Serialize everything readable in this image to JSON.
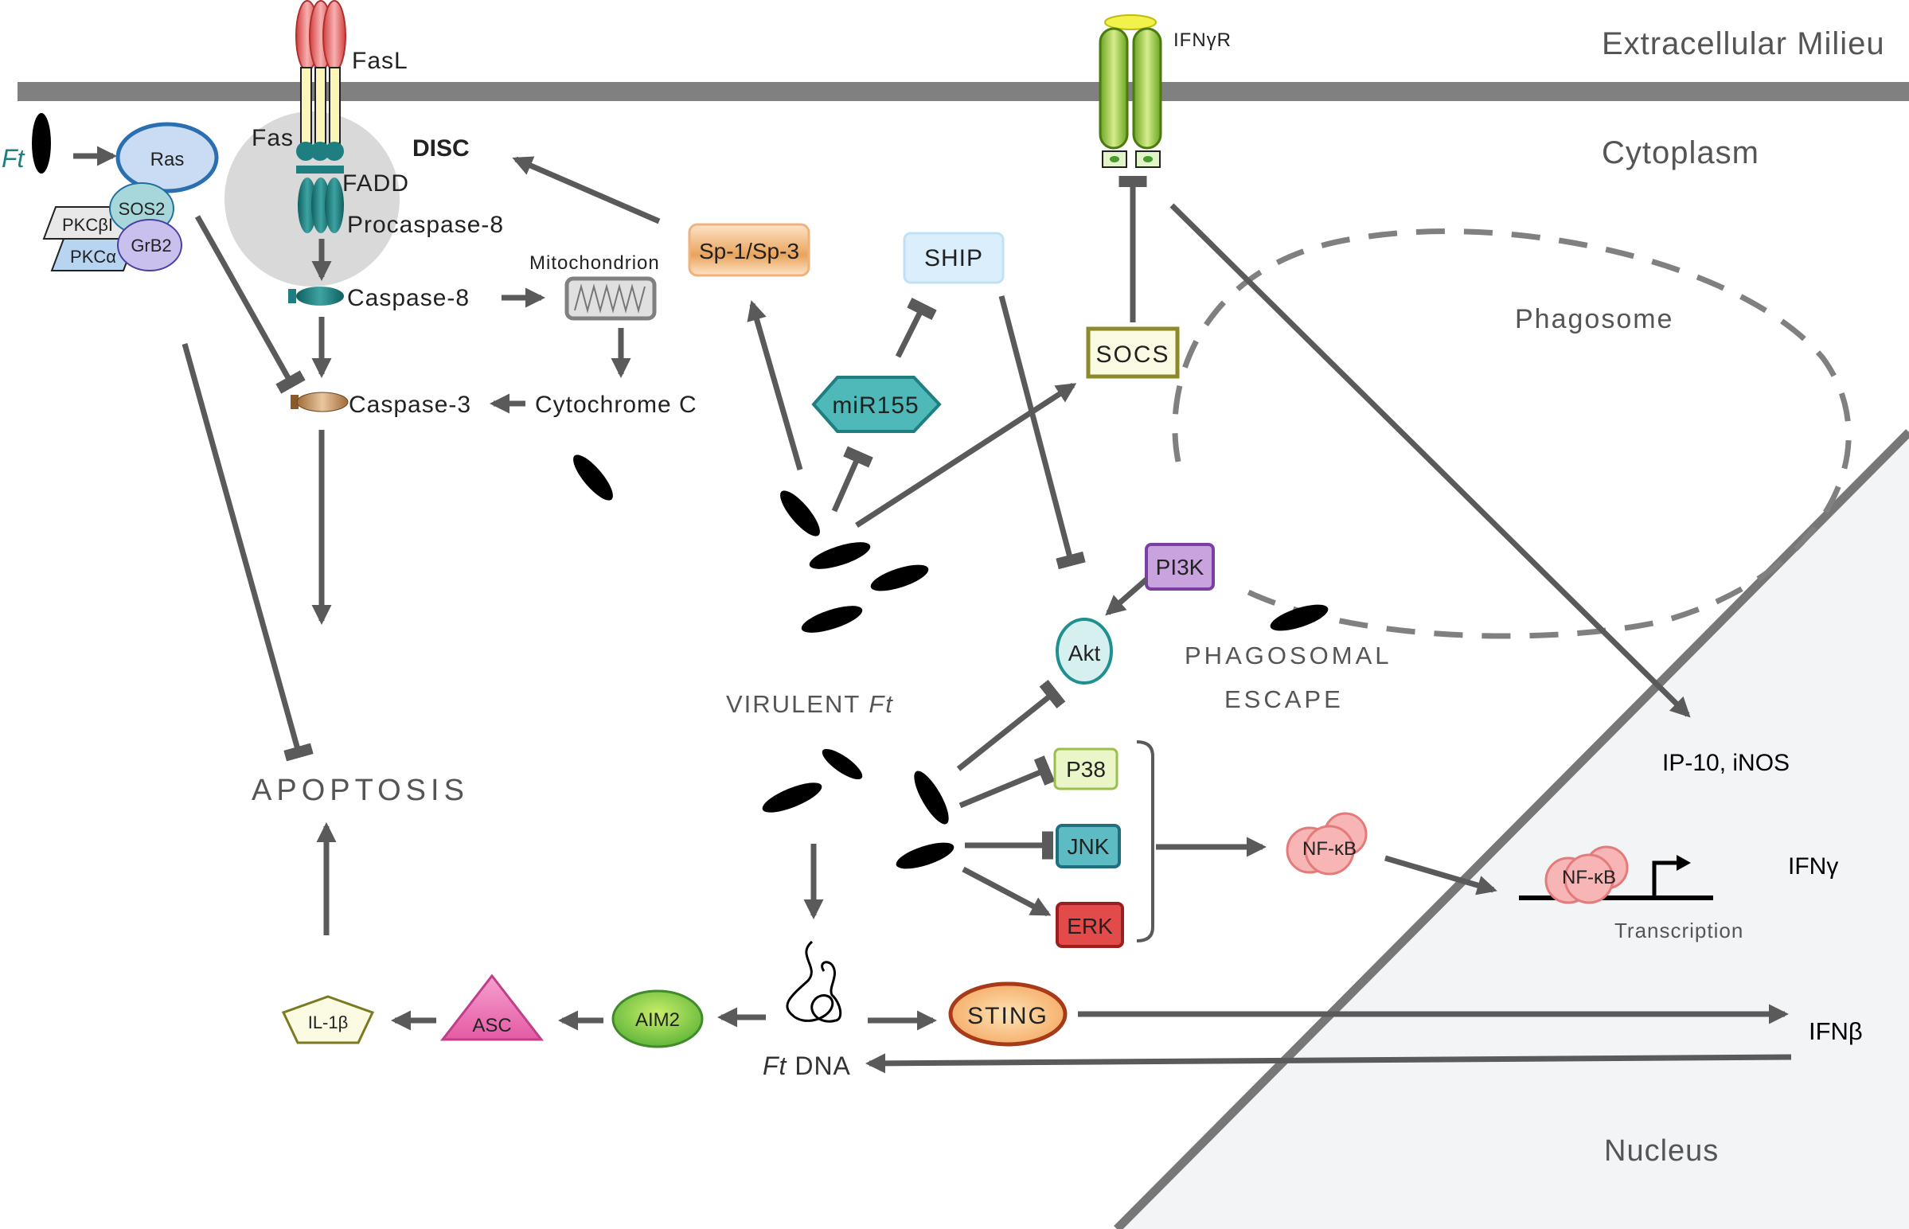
{
  "regions": {
    "extracellular": "Extracellular Milieu",
    "cytoplasm": "Cytoplasm",
    "phagosome": "Phagosome",
    "nucleus": "Nucleus"
  },
  "labels": {
    "ft": "Ft",
    "ras": "Ras",
    "sos2": "SOS2",
    "grb2": "GrB2",
    "pkcb": "PKCβI",
    "pkca": "PKCα",
    "fasl": "FasL",
    "fas": "Fas",
    "disc": "DISC",
    "fadd": "FADD",
    "procaspase8": "Procaspase-8",
    "caspase8": "Caspase-8",
    "caspase3": "Caspase-3",
    "mitochondrion": "Mitochondrion",
    "cytochrome_c": "Cytochrome C",
    "sp1sp3": "Sp-1/Sp-3",
    "ship": "SHIP",
    "mir155": "miR155",
    "socs": "SOCS",
    "ifngr": "IFNγR",
    "pi3k": "PI3K",
    "akt": "Akt",
    "phagosomal_escape_1": "PHAGOSOMAL",
    "phagosomal_escape_2": "ESCAPE",
    "virulent_ft_prefix": "VIRULENT ",
    "virulent_ft_italic": "Ft",
    "apoptosis": "APOPTOSIS",
    "p38": "P38",
    "jnk": "JNK",
    "erk": "ERK",
    "nfkb": "NF-κB",
    "nfkb_nuclear": "NF-κB",
    "ip10_inos": "IP-10, iNOS",
    "ifng": "IFNγ",
    "transcription": "Transcription",
    "il1b": "IL-1β",
    "asc": "ASC",
    "aim2": "AIM2",
    "ft_dna_italic": "Ft",
    "ft_dna": " DNA",
    "sting": "STING",
    "ifnb": "IFNβ"
  },
  "colors": {
    "membrane": "#808080",
    "arrow": "#5a5a5a",
    "teal": "#1f7f80",
    "fasl_red": "#e05a5a",
    "disc_grey": "#d9d9d9",
    "nucleus_bg": "#f3f4f6"
  }
}
